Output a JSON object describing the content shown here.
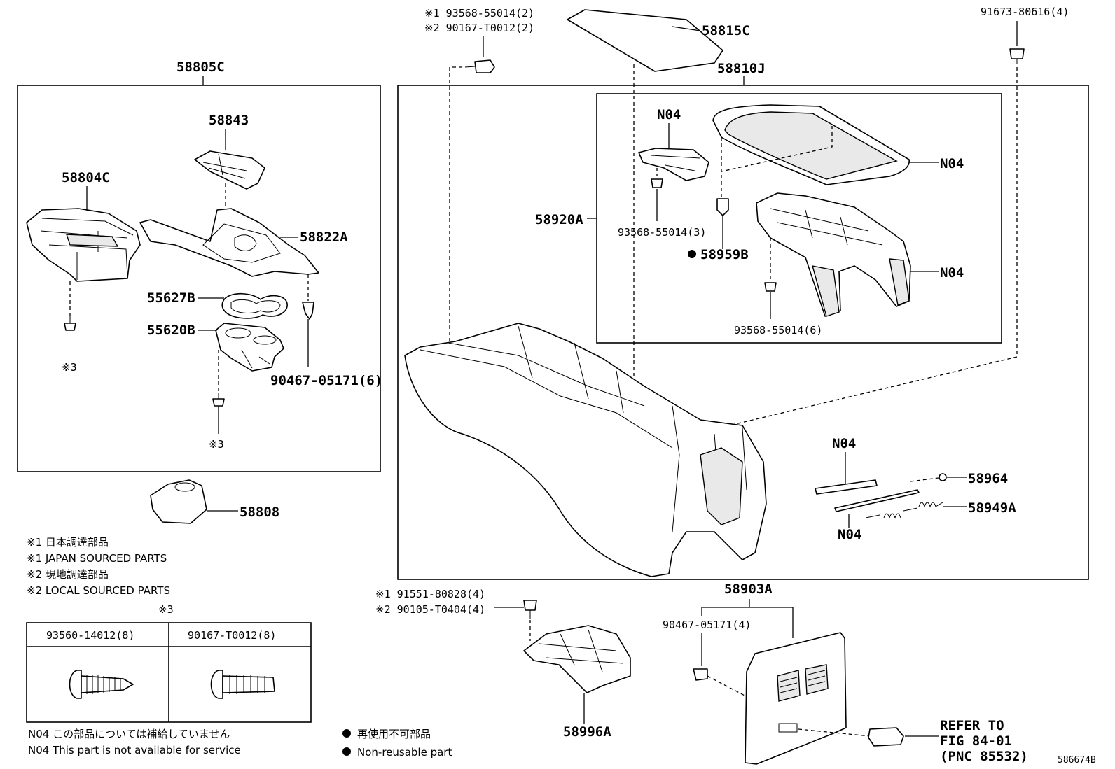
{
  "labels": {
    "p58805C": "58805C",
    "p58843": "58843",
    "p58804C": "58804C",
    "p58822A": "58822A",
    "p55627B": "55627B",
    "p55620B": "55620B",
    "p90467_6": "90467-05171(6)",
    "ref3_a": "※3",
    "ref3_b": "※3",
    "p58808": "58808",
    "top_bolt_1": "※1 93568-55014(2)",
    "top_bolt_2": "※2 90167-T0012(2)",
    "p58815C": "58815C",
    "p58810J": "58810J",
    "p91673": "91673-80616(4)",
    "n04_a": "N04",
    "n04_b": "N04",
    "n04_c": "N04",
    "p58920A": "58920A",
    "p93568_3": "93568-55014(3)",
    "p58959B": "58959B",
    "p93568_6": "93568-55014(6)",
    "n04_d": "N04",
    "p58964": "58964",
    "p58949A": "58949A",
    "n04_e": "N04",
    "bolt_lower_1": "※1 91551-80828(4)",
    "bolt_lower_2": "※2 90105-T0404(4)",
    "p58903A": "58903A",
    "p90467_4": "90467-05171(4)",
    "p58996A": "58996A",
    "refer_1": "REFER TO",
    "refer_2": "FIG 84-01",
    "refer_3": "(PNC 85532)",
    "fig_no": "586674B"
  },
  "legend": {
    "line1": "※1 日本調達部品",
    "line2": "※1 JAPAN SOURCED PARTS",
    "line3": "※2 現地調達部品",
    "line4": "※2 LOCAL SOURCED PARTS"
  },
  "fastener_table": {
    "ref": "※3",
    "col1": "93560-14012(8)",
    "col2": "90167-T0012(8)"
  },
  "notes": {
    "n04_jp": "N04 この部品については補給していません",
    "n04_en": "N04 This part is not available for service",
    "nonreuse_jp": "再使用不可部品",
    "nonreuse_en": "Non-reusable part"
  }
}
